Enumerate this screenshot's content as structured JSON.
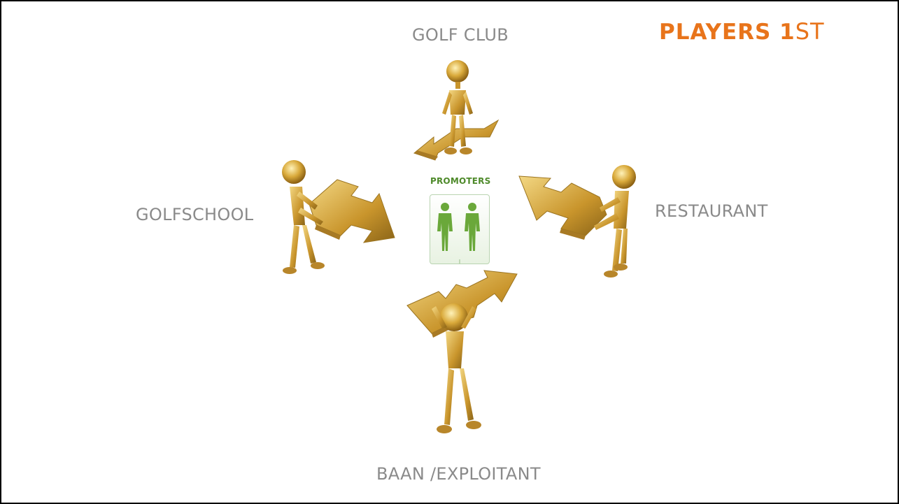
{
  "labels": {
    "top": "GOLF CLUB",
    "left": "GOLFSCHOOL",
    "right": "RESTAURANT",
    "bottom": "BAAN /EXPLOITANT"
  },
  "logo": {
    "main": "PLAYERS ",
    "one": "1",
    "suffix": "ST"
  },
  "center": {
    "title": "PROMOTERS",
    "icon": "two-people-icon"
  },
  "colors": {
    "logo_orange": "#e8741b",
    "label_gray": "#8a8a8a",
    "promoter_green": "#4e8a2a",
    "gold": "#d9b24a"
  },
  "figures": [
    {
      "name": "gold-figure-carrying-arrow-top",
      "icon": "gold-figure-icon"
    },
    {
      "name": "gold-figure-carrying-arrow-left",
      "icon": "gold-figure-icon"
    },
    {
      "name": "gold-figure-carrying-arrow-right",
      "icon": "gold-figure-icon"
    },
    {
      "name": "gold-figure-carrying-arrow-bottom",
      "icon": "gold-figure-icon"
    }
  ]
}
